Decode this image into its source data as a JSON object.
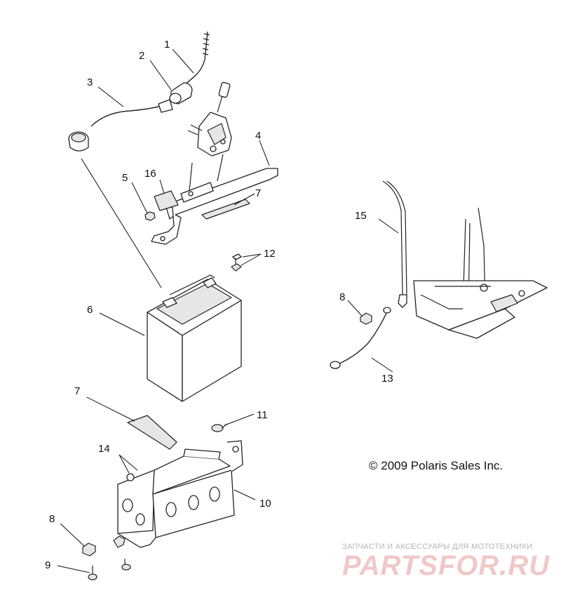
{
  "diagram": {
    "callouts": {
      "c1": "1",
      "c2": "2",
      "c3": "3",
      "c4": "4",
      "c5": "5",
      "c6": "6",
      "c7a": "7",
      "c7b": "7",
      "c8a": "8",
      "c8b": "8",
      "c9": "9",
      "c10": "10",
      "c11": "11",
      "c12": "12",
      "c13": "13",
      "c14": "14",
      "c15": "15",
      "c16": "16"
    },
    "copyright": "© 2009 Polaris Sales Inc."
  },
  "watermark": {
    "tagline": "ЗАПЧАСТИ И АКСЕССУАРЫ ДЛЯ МОТОТЕХНИКИ",
    "logo": "PARTSFOR.RU"
  },
  "colors": {
    "ink": "#222222",
    "watermark": "#f0c8c8"
  }
}
